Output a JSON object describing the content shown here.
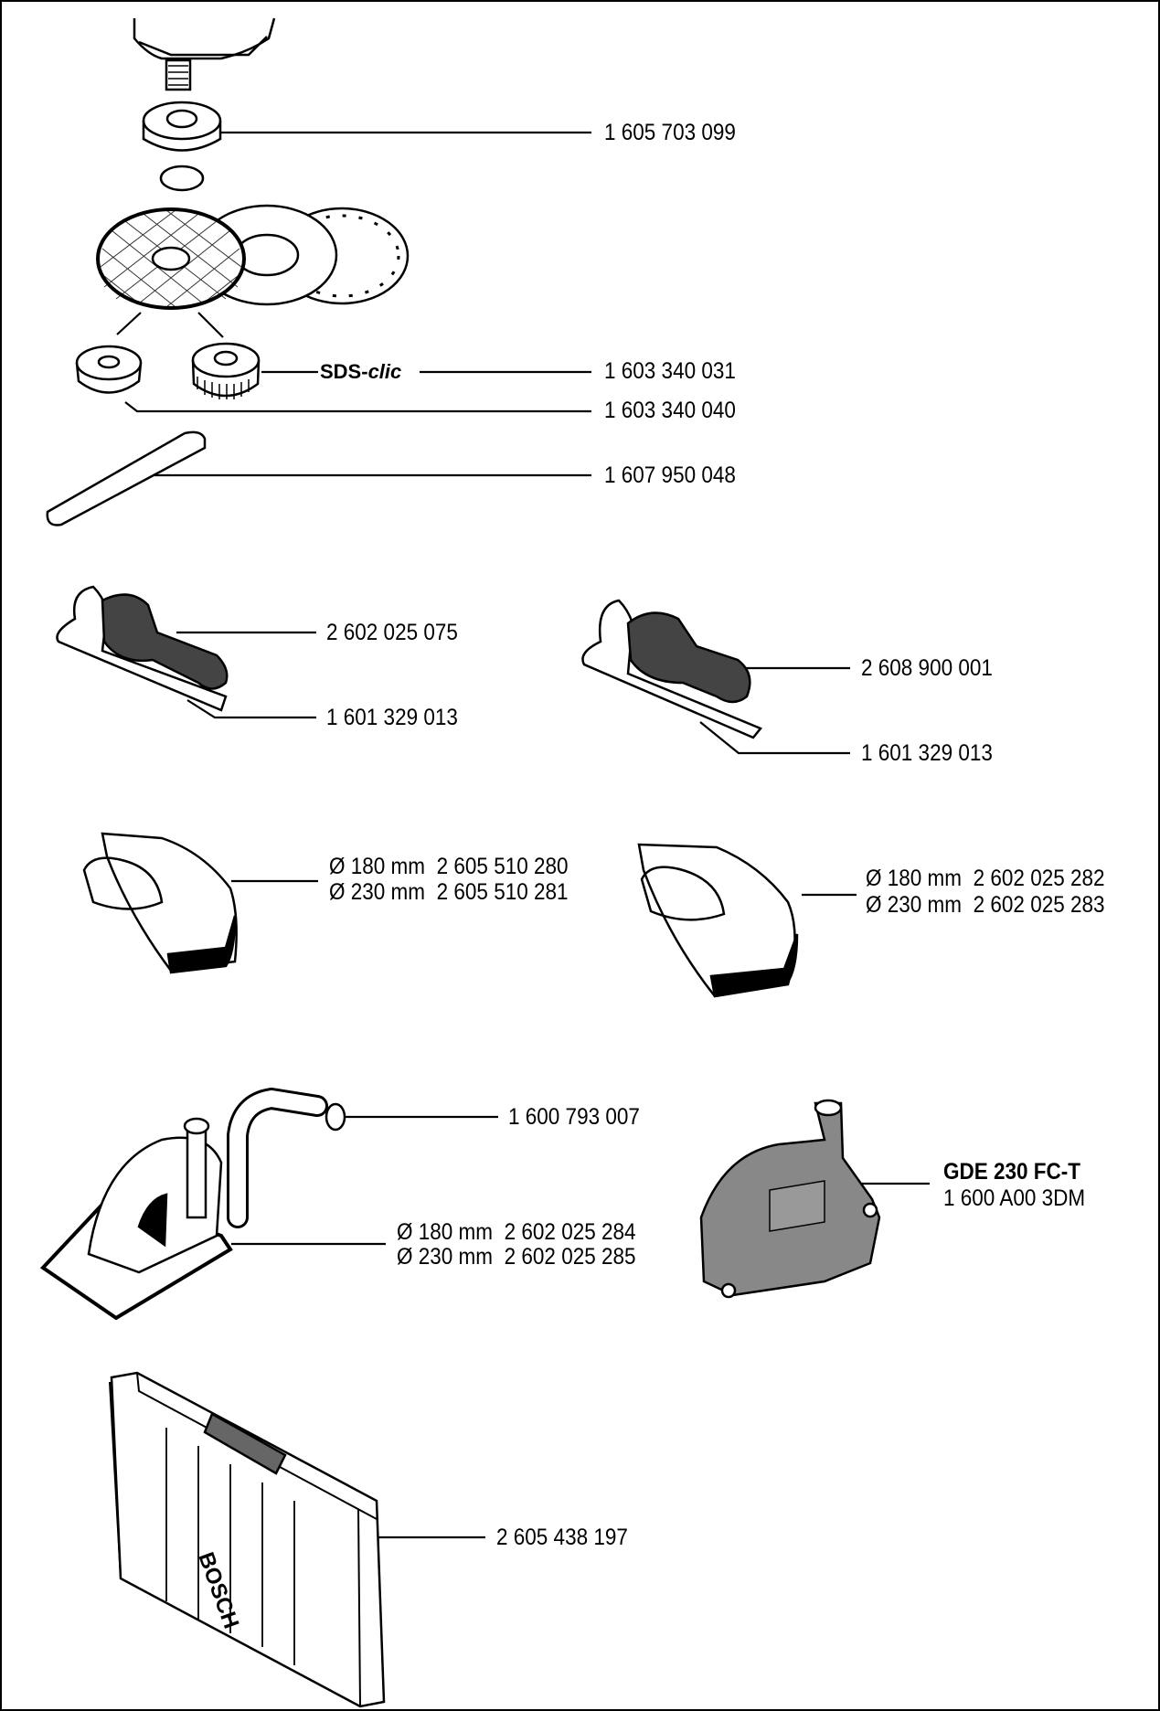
{
  "parts": {
    "flange_nut": "1 605 703 099",
    "sds_logo": {
      "prefix": "SDS-",
      "suffix": "clic"
    },
    "sds_nut": "1 603 340 031",
    "clamping_nut": "1 603 340 040",
    "spanner": "1 607 950 048",
    "aux_handle": "2 602 025 075",
    "handle_bracket_left": "1 601 329 013",
    "vibration_handle": "2 608 900 001",
    "handle_bracket_right": "1 601 329 013",
    "guard_left": [
      {
        "size": "Ø 180 mm",
        "part": "2 605 510 280"
      },
      {
        "size": "Ø 230 mm",
        "part": "2 605 510 281"
      }
    ],
    "guard_right": [
      {
        "size": "Ø 180 mm",
        "part": "2 602 025 282"
      },
      {
        "size": "Ø 230 mm",
        "part": "2 602 025 283"
      }
    ],
    "extraction_adapter": "1 600 793 007",
    "cutting_guide": [
      {
        "size": "Ø 180 mm",
        "part": "2 602 025 284"
      },
      {
        "size": "Ø 230 mm",
        "part": "2 602 025 285"
      }
    ],
    "gde": {
      "name": "GDE 230 FC-T",
      "part": "1 600 A00 3DM"
    },
    "carrying_case": "2 605 438 197"
  }
}
